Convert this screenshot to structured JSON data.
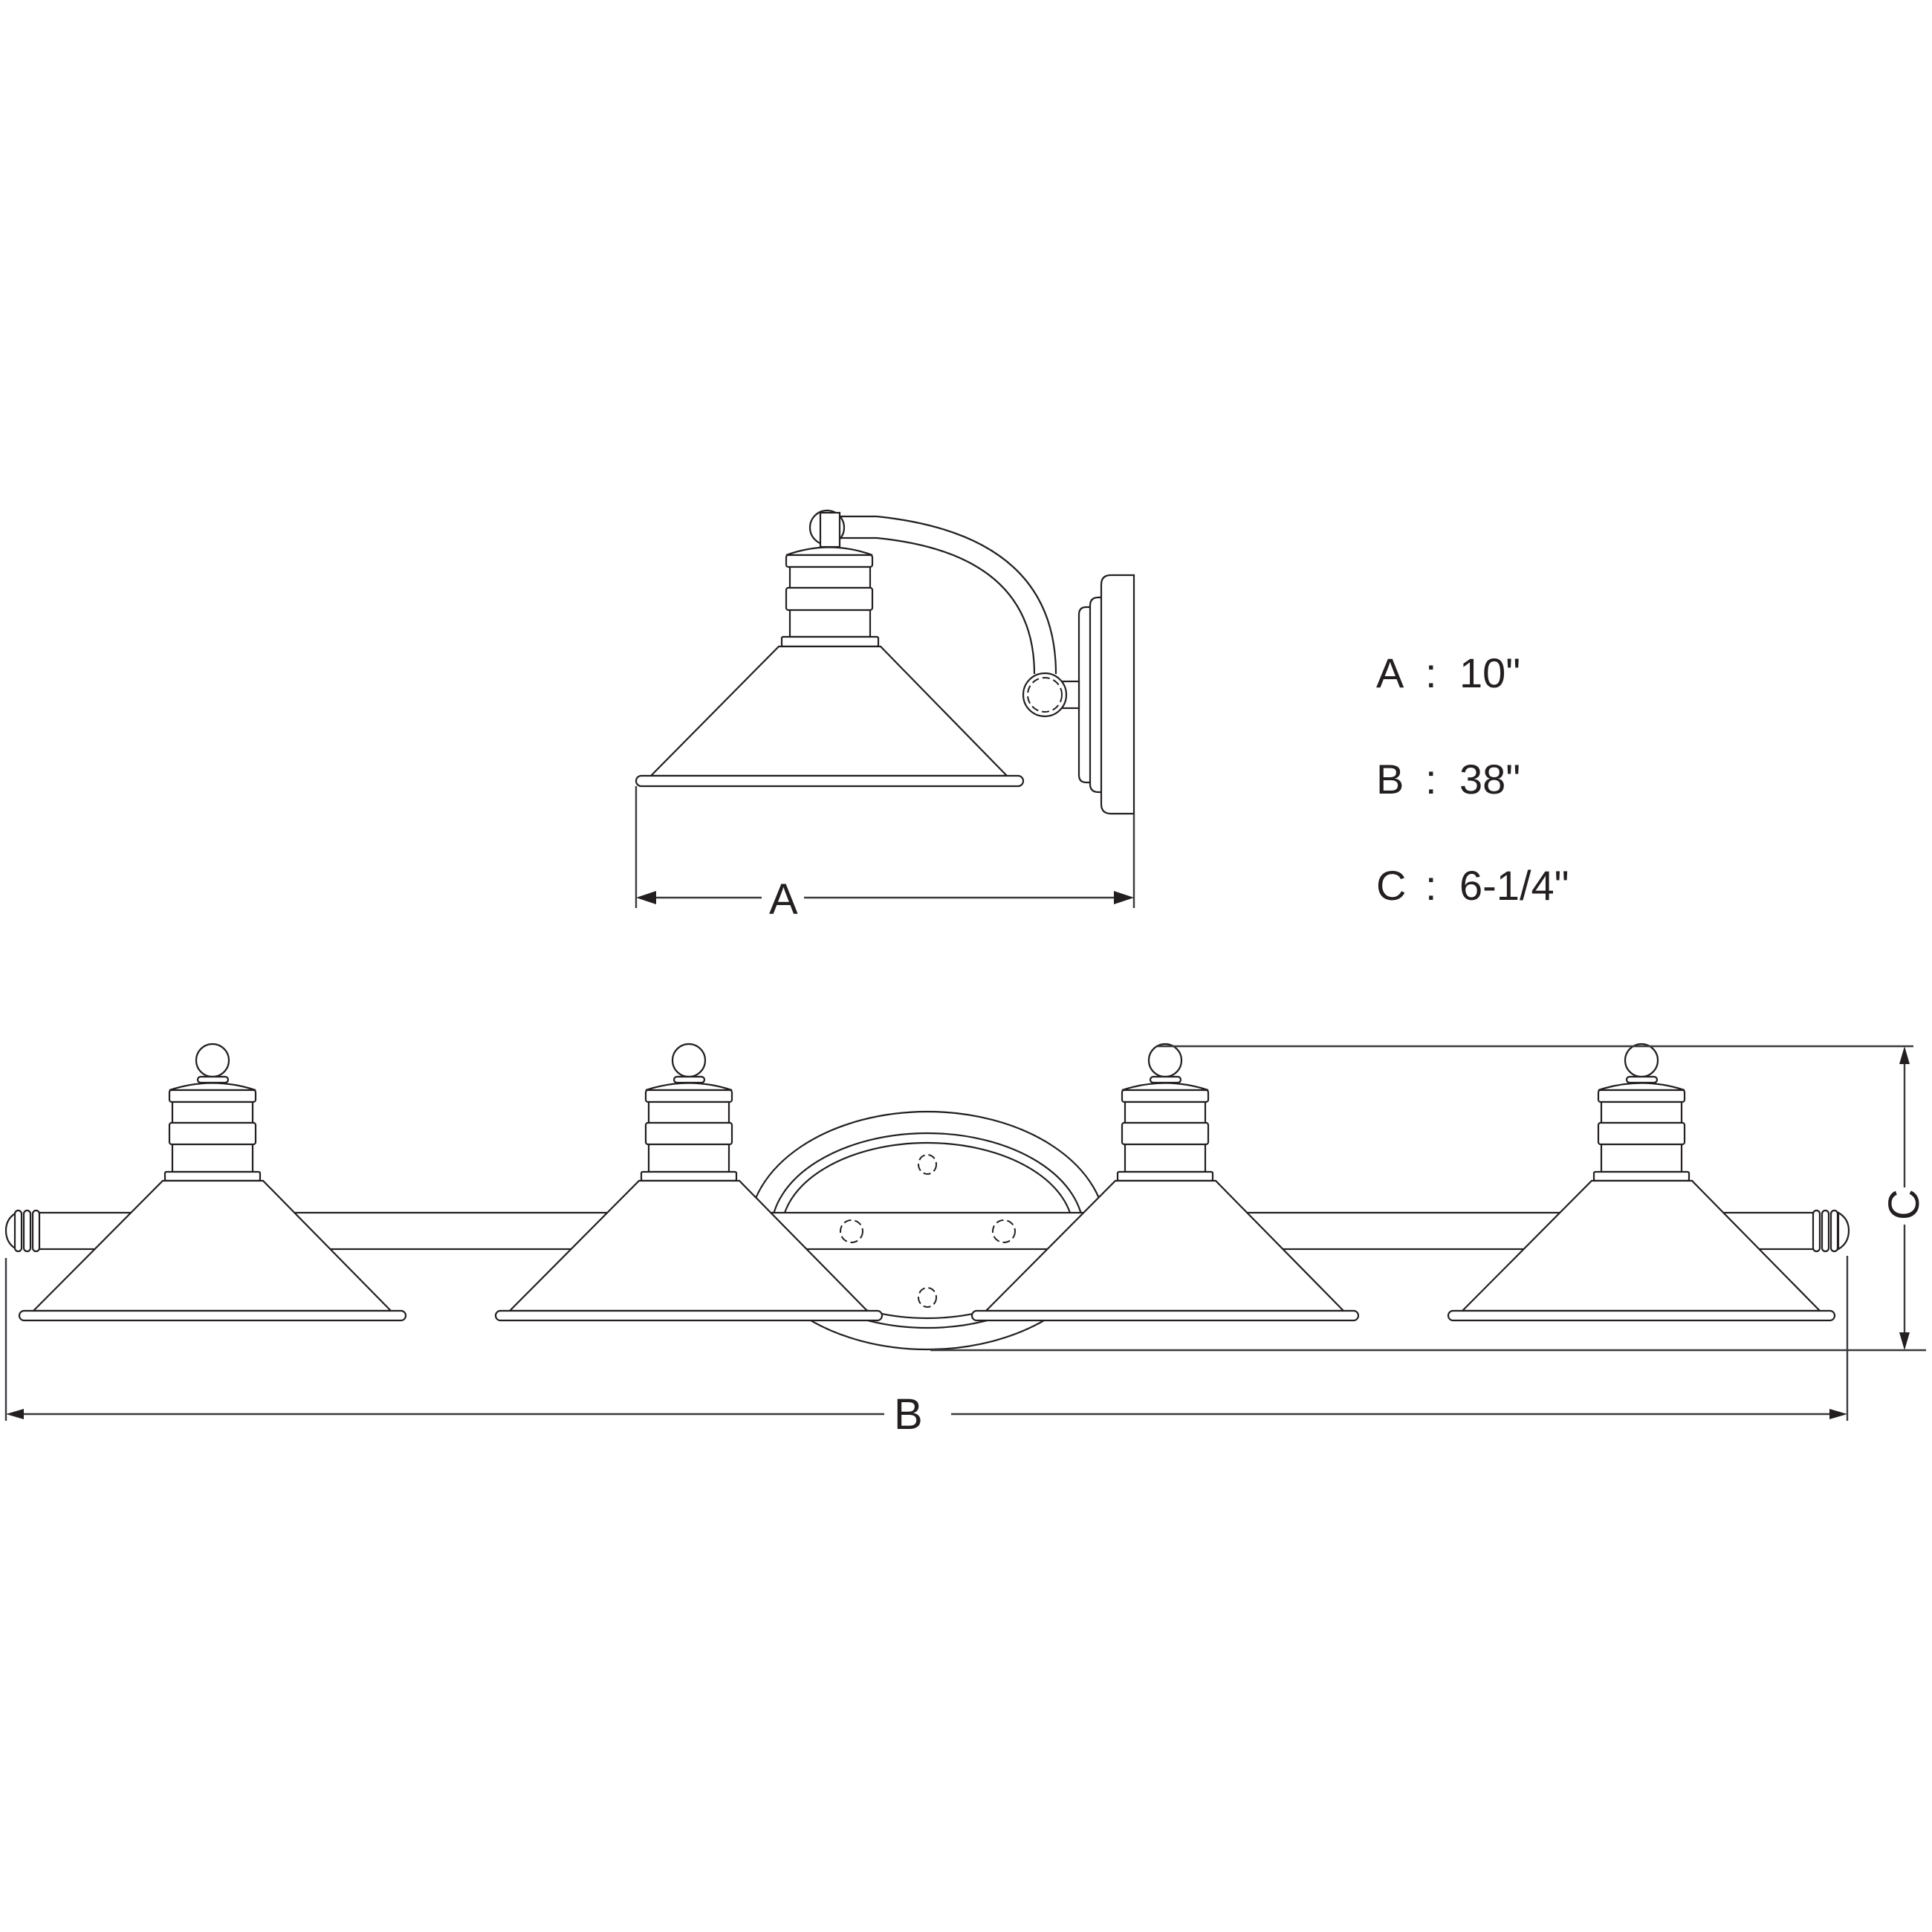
{
  "specs": [
    {
      "key": "A",
      "value": "10\""
    },
    {
      "key": "B",
      "value": "38\""
    },
    {
      "key": "C",
      "value": "6-1/4\""
    }
  ],
  "separator": ":",
  "dimension_labels": {
    "side_width": "A",
    "overall_length": "B",
    "height": "C"
  },
  "views": {
    "side_view": {
      "lamps": 1
    },
    "front_view": {
      "lamps": 4,
      "canopy_mounting_holes": 4
    }
  },
  "colors": {
    "line": "#231f20",
    "background": "#ffffff"
  }
}
